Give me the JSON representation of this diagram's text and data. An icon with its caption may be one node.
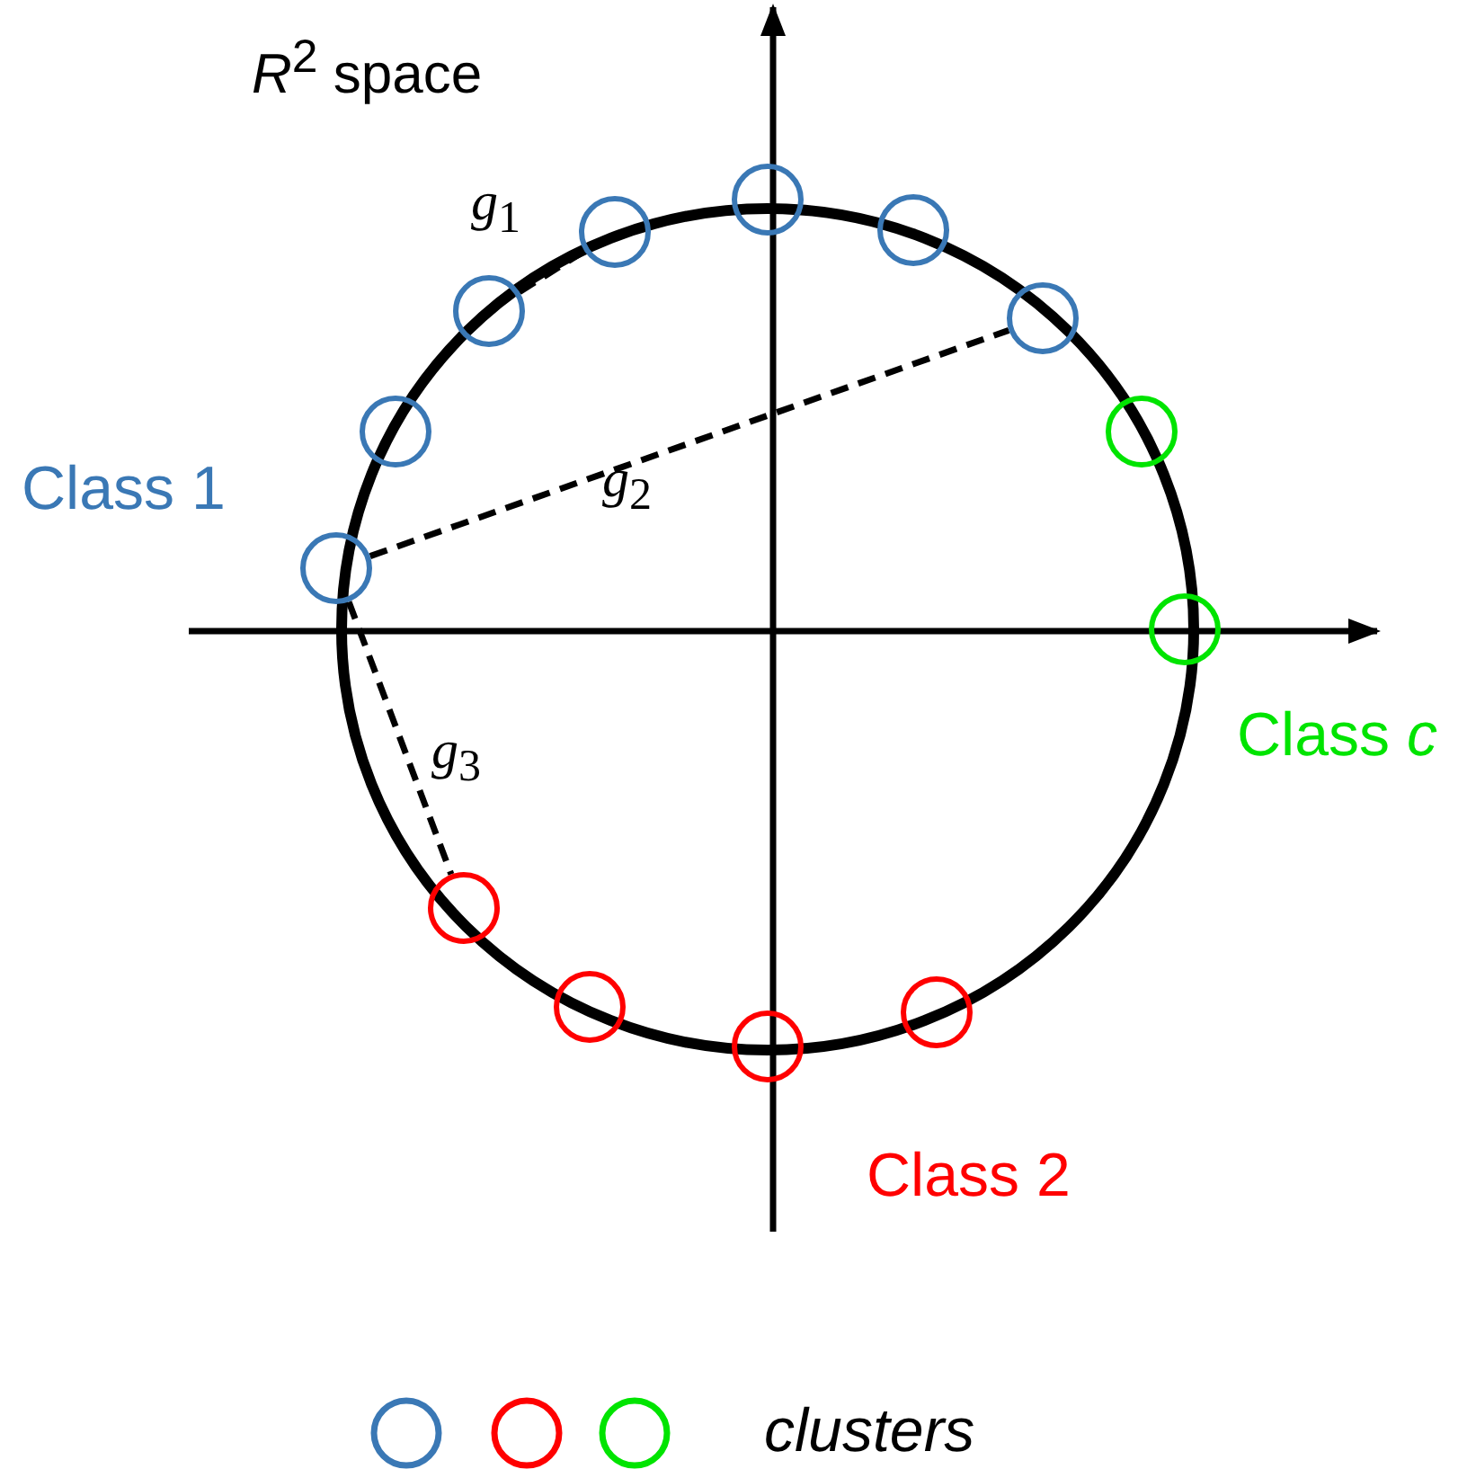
{
  "diagram": {
    "nodes": [
      {
        "text": [],
        "shape": "circle"
      },
      {
        "text": [],
        "shape": "circle"
      },
      {
        "text": [],
        "shape": "circle"
      },
      {
        "text": [],
        "shape": "circle"
      },
      {
        "text": [],
        "shape": "circle"
      },
      {
        "text": [],
        "shape": "circle"
      },
      {
        "text": [],
        "shape": "circle"
      },
      {
        "text": [],
        "shape": "circle"
      },
      {
        "text": [],
        "shape": "circle"
      },
      {
        "text": [],
        "shape": "circle"
      },
      {
        "text": [],
        "shape": "circle"
      },
      {
        "text": [],
        "shape": "circle"
      },
      {
        "text": [],
        "shape": "circle"
      }
    ],
    "edges": [
      {
        "from": 3,
        "to": 1,
        "arrow": "none",
        "style": "dashed",
        "label": "*g*$_{1}$"
      },
      {
        "from": 7,
        "to": 4,
        "arrow": "none",
        "style": "dashed",
        "label": "*g*$_{2}$"
      },
      {
        "from": 7,
        "to": 9,
        "arrow": "none",
        "style": "dashed",
        "label": "*g*$_{3}$"
      }
    ],
    "labels": [
      "*R*$^{2}$ space",
      "Class 1",
      "Class *c*",
      "Class 2"
    ],
    "legend": [
      {
        "text": "clusters"
      }
    ]
  }
}
